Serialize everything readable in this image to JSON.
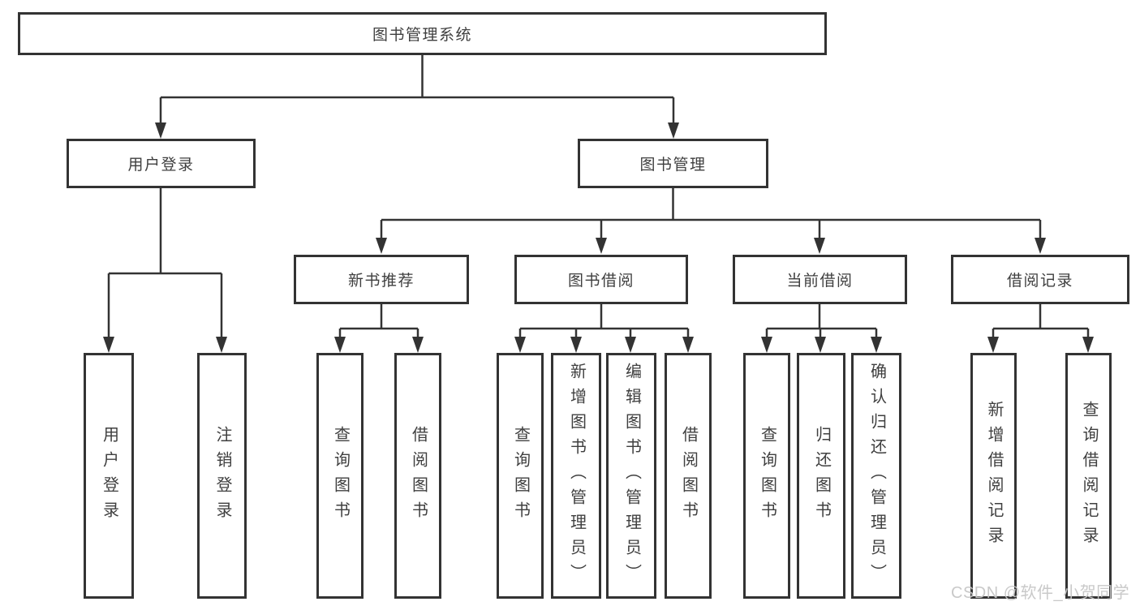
{
  "nodes": {
    "root": "图书管理系统",
    "user_login": "用户登录",
    "book_management": "图书管理",
    "new_book_recommend": "新书推荐",
    "book_borrow": "图书借阅",
    "current_borrow": "当前借阅",
    "borrow_records": "借阅记录",
    "leaves": [
      "用户登录",
      "注销登录",
      "查询图书",
      "借阅图书",
      "查询图书",
      "新增图书（管理员）",
      "编辑图书（管理员）",
      "借阅图书",
      "查询图书",
      "归还图书",
      "确认归还（管理员）",
      "新增借阅记录",
      "查询借阅记录"
    ]
  },
  "watermark": "CSDN @软件_小贺同学",
  "colors": {
    "line": "#333333",
    "box_border": "#333333",
    "text": "#3f3f3f",
    "background": "#ffffff",
    "watermark": "#c6c6c6"
  }
}
